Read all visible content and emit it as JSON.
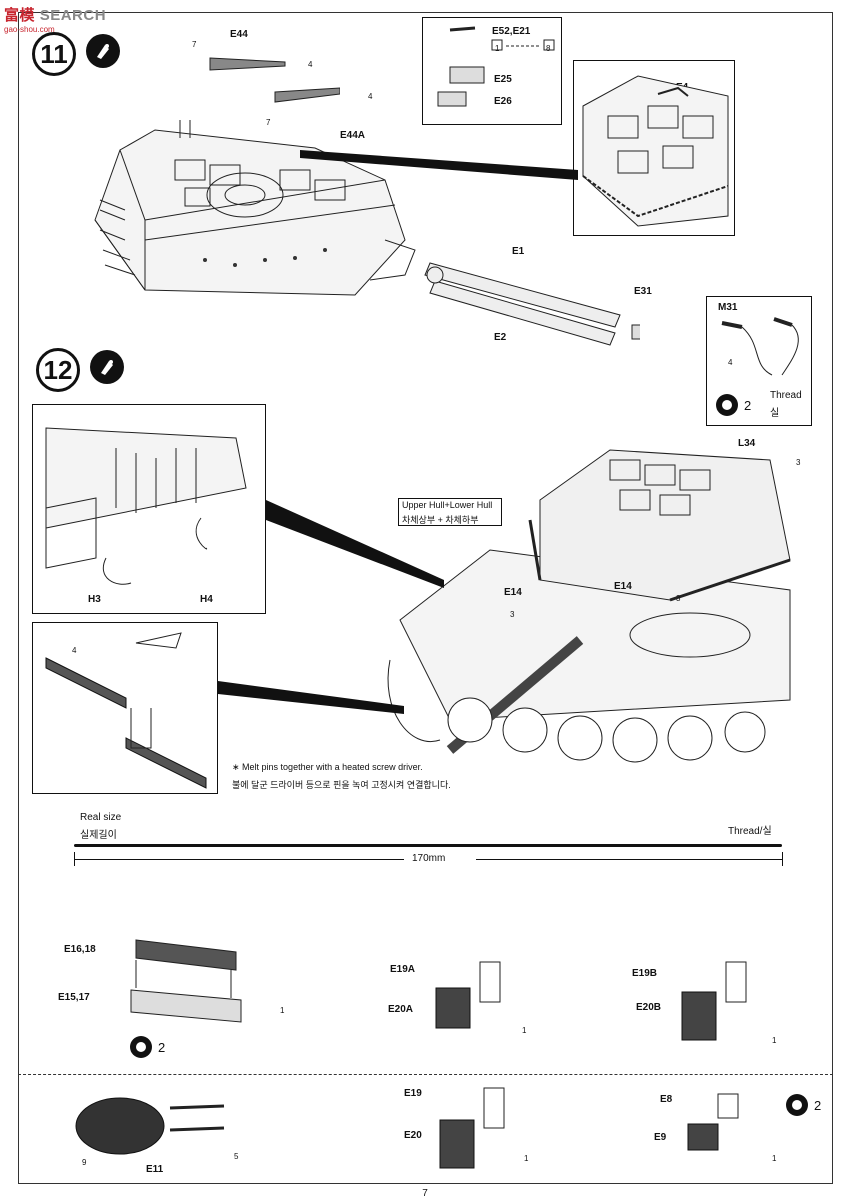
{
  "watermark": {
    "brand_a": "富",
    "brand_b": "模",
    "brand_word": "SEARCH",
    "url": "gao-shou.com"
  },
  "steps": {
    "step11": "11",
    "step12": "12"
  },
  "step11": {
    "labels": {
      "e44": "E44",
      "e44a": "E44A",
      "e52_e21": "E52,E21",
      "e25": "E25",
      "e26": "E26",
      "e4": "E4",
      "e1": "E1",
      "e2": "E2",
      "e31": "E31"
    },
    "callouts": {
      "n7a": "7",
      "n4a": "4",
      "n7b": "7",
      "n4b": "4",
      "n1": "1",
      "n8": "8"
    }
  },
  "step12": {
    "labels": {
      "m31": "M31",
      "thread_en": "Thread",
      "thread_ko": "실",
      "paint_num": "2",
      "l34": "L34",
      "h3": "H3",
      "h4": "H4",
      "e14a": "E14",
      "e14b": "E14",
      "hull_en": "Upper Hull+Lower Hull",
      "hull_ko": "차체상부 + 차체하부"
    },
    "note_en": "∗ Melt pins together with a heated screw driver.",
    "note_ko": "불에 달군 드라이버 등으로 핀을 녹여 고정시켜 연결합니다.",
    "callouts": {
      "n4": "4",
      "n3a": "3",
      "n3b": "3",
      "n3c": "3",
      "n4b": "4"
    }
  },
  "ruler": {
    "real_size_en": "Real size",
    "real_size_ko": "실제길이",
    "thread": "Thread/실",
    "length": "170mm"
  },
  "parts": {
    "e16_18": "E16,18",
    "e15_17": "E15,17",
    "paint_a": "2",
    "e19a": "E19A",
    "e20a": "E20A",
    "e19b": "E19B",
    "e20b": "E20B",
    "e19": "E19",
    "e20": "E20",
    "e8": "E8",
    "e9": "E9",
    "paint_b": "2",
    "e11": "E11",
    "n1a": "1",
    "n1b": "1",
    "n1c": "1",
    "n1d": "1",
    "n1e": "1",
    "n9": "9",
    "n5": "5"
  },
  "page_number": "7"
}
